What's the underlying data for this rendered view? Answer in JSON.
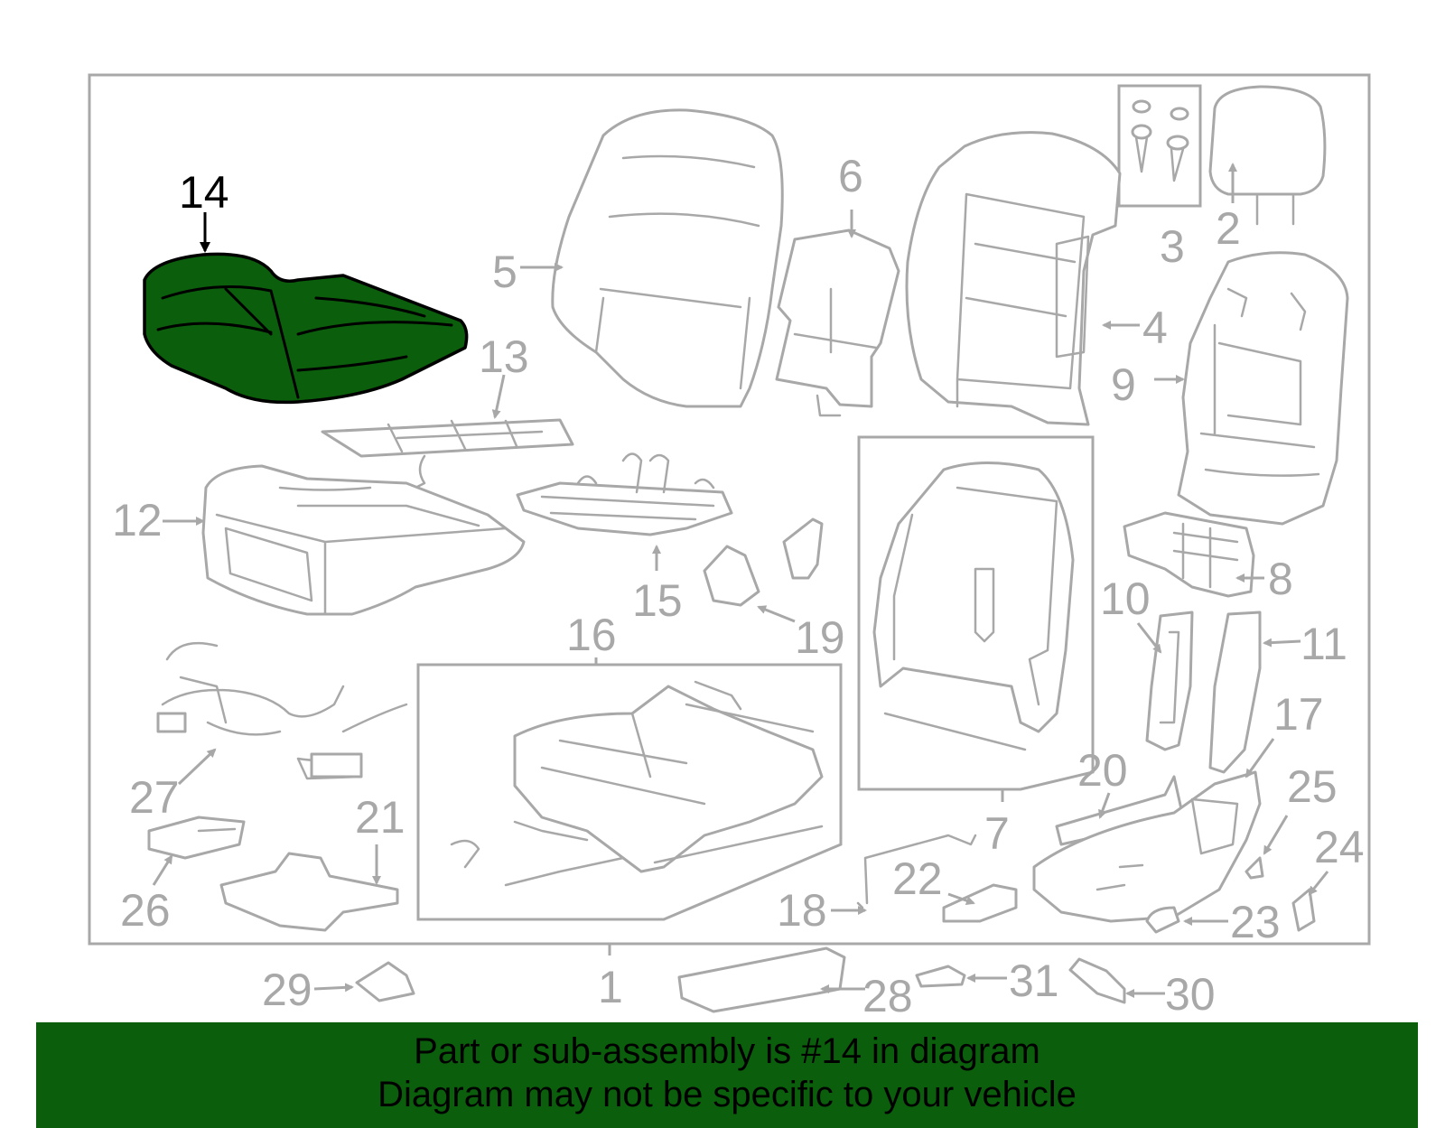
{
  "diagram": {
    "highlight_color": "#0b5e0b",
    "highlighted_part": "14",
    "callouts": [
      "1",
      "2",
      "3",
      "4",
      "5",
      "6",
      "7",
      "8",
      "9",
      "10",
      "11",
      "12",
      "13",
      "14",
      "15",
      "16",
      "17",
      "18",
      "19",
      "20",
      "21",
      "22",
      "23",
      "24",
      "25",
      "26",
      "27",
      "28",
      "29",
      "30",
      "31"
    ]
  },
  "banner": {
    "line1": "Part or sub-assembly is #14 in diagram",
    "line2": "Diagram may not be specific to your vehicle"
  }
}
